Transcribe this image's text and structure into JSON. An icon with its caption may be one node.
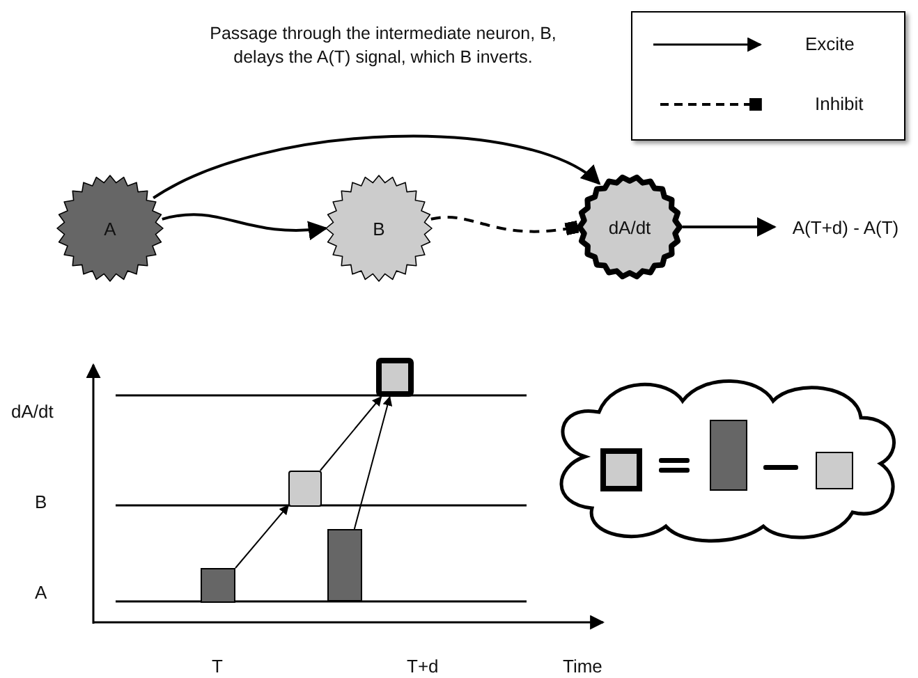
{
  "diagram": {
    "nodes": [
      {
        "text": [
          "A"
        ]
      },
      {
        "text": [
          "B"
        ]
      },
      {
        "text": [
          "dA/dt"
        ]
      },
      {
        "text": [
          "A(T+d) - A(T)"
        ]
      },
      {
        "text": [],
        "shape": "bar"
      },
      {
        "text": [],
        "shape": "box"
      },
      {
        "text": [],
        "shape": "bar"
      },
      {
        "text": [],
        "shape": "box"
      }
    ],
    "edges": [
      {
        "from": 0,
        "to": 2,
        "arrow": "to"
      },
      {
        "from": 0,
        "to": 1,
        "arrow": "to"
      },
      {
        "from": 1,
        "to": 2,
        "arrow": "other",
        "style": "dashed"
      },
      {
        "from": 2,
        "to": 3,
        "arrow": "to"
      },
      {
        "from": 4,
        "to": 5,
        "arrow": "to"
      },
      {
        "from": 5,
        "to": 7,
        "arrow": "to"
      },
      {
        "from": 6,
        "to": 7,
        "arrow": "to"
      }
    ],
    "labels": [
      "Passage through the intermediate neuron, B, delays the A(T) signal, which B inverts.",
      "dA/dt",
      "B",
      "A",
      "T",
      "T+d",
      "Time"
    ],
    "legend": [
      {
        "text": "Excite"
      },
      {
        "text": "Inhibit"
      }
    ]
  }
}
